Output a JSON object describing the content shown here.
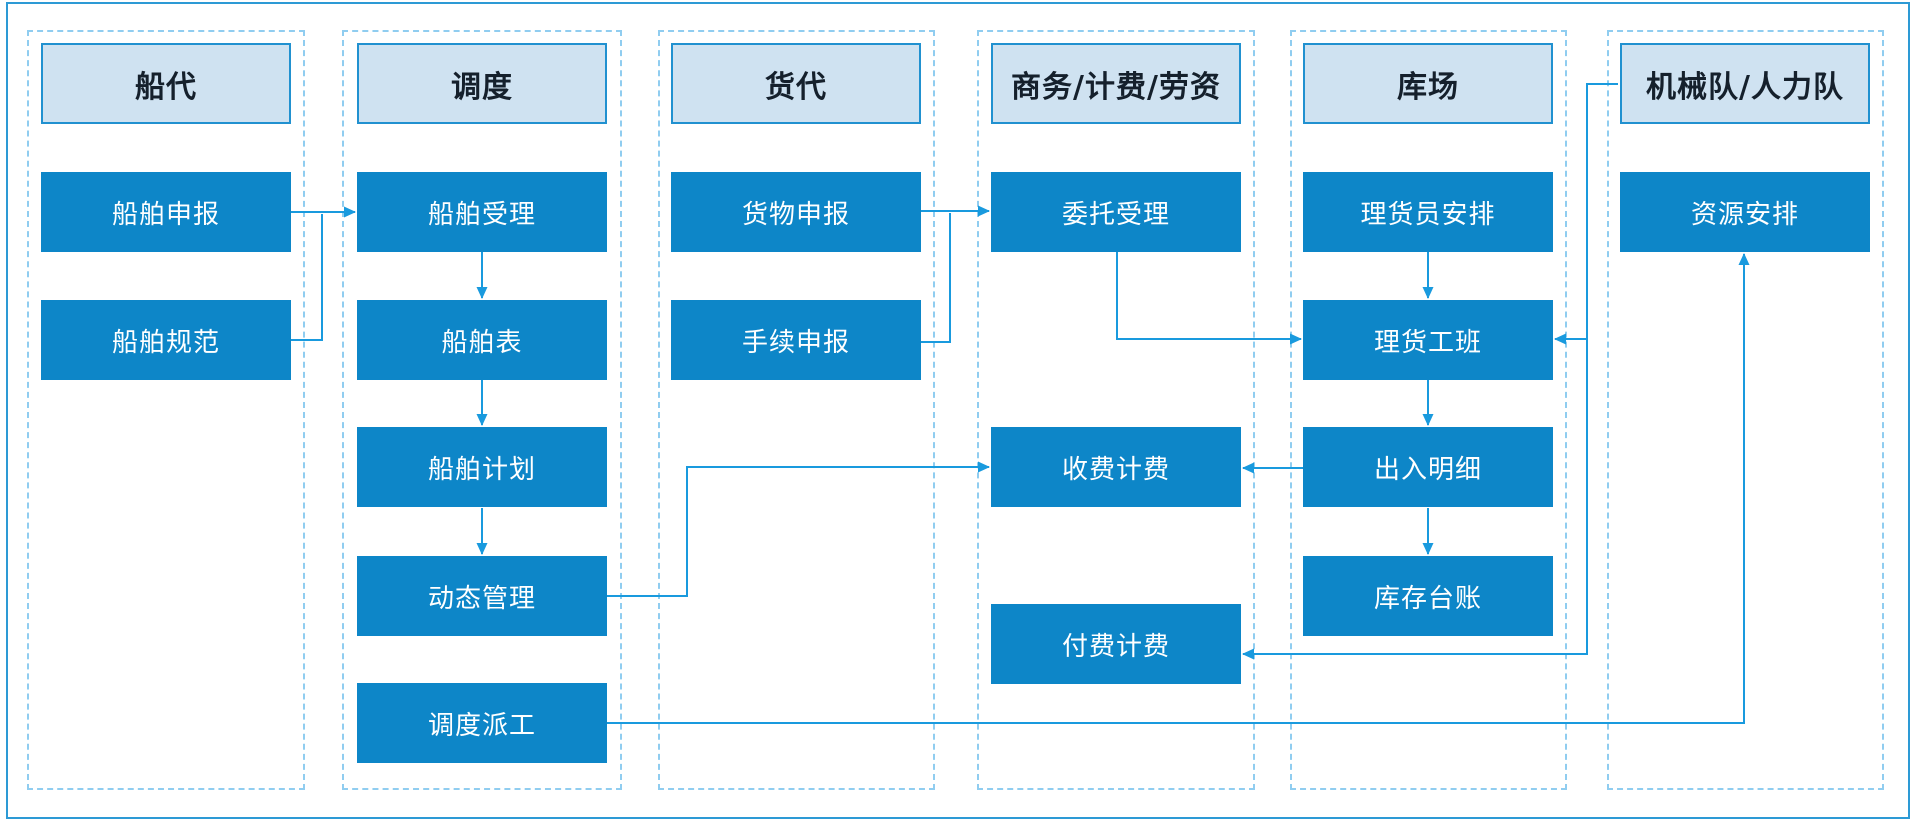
{
  "diagram": {
    "lanes": [
      {
        "header": "船代",
        "nodes": [
          "船舶申报",
          "船舶规范"
        ]
      },
      {
        "header": "调度",
        "nodes": [
          "船舶受理",
          "船舶表",
          "船舶计划",
          "动态管理",
          "调度派工"
        ]
      },
      {
        "header": "货代",
        "nodes": [
          "货物申报",
          "手续申报"
        ]
      },
      {
        "header": "商务/计费/劳资",
        "nodes": [
          "委托受理",
          "收费计费",
          "付费计费"
        ]
      },
      {
        "header": "库场",
        "nodes": [
          "理货员安排",
          "理货工班",
          "出入明细",
          "库存台账"
        ]
      },
      {
        "header": "机械队/人力队",
        "nodes": [
          "资源安排"
        ]
      }
    ],
    "edges": [
      {
        "from": "船舶申报",
        "to": "船舶受理"
      },
      {
        "from": "船舶规范",
        "to": "船舶受理"
      },
      {
        "from": "船舶受理",
        "to": "船舶表"
      },
      {
        "from": "船舶表",
        "to": "船舶计划"
      },
      {
        "from": "船舶计划",
        "to": "动态管理"
      },
      {
        "from": "动态管理",
        "to": "收费计费"
      },
      {
        "from": "调度派工",
        "to": "资源安排"
      },
      {
        "from": "货物申报",
        "to": "委托受理"
      },
      {
        "from": "手续申报",
        "to": "委托受理"
      },
      {
        "from": "委托受理",
        "to": "理货工班"
      },
      {
        "from": "理货员安排",
        "to": "理货工班"
      },
      {
        "from": "机械队/人力队",
        "to": "理货工班"
      },
      {
        "from": "理货工班",
        "to": "出入明细"
      },
      {
        "from": "出入明细",
        "to": "收费计费"
      },
      {
        "from": "出入明细",
        "to": "库存台账"
      },
      {
        "from": "机械队/人力队",
        "to": "付费计费"
      }
    ],
    "colors": {
      "process_box": "#0d86c8",
      "box_text": "#ffffff",
      "header_fill": "#cfe2f1",
      "header_border": "#2191d0",
      "header_text": "#15202c",
      "connector": "#199ade",
      "lane_dash": "#90cdf0",
      "frame_border": "#2d9ad5"
    }
  }
}
